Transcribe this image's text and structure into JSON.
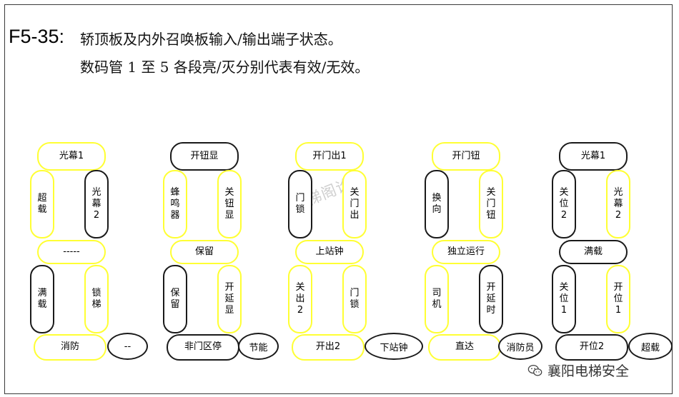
{
  "header": {
    "code": "F5-35:",
    "line1": "轿顶板及内外召唤板输入/输出端子状态。",
    "line2": "数码管 1 至 5 各段亮/灭分别代表有效/无效。"
  },
  "watermark": "电梯阁论坛",
  "brand": {
    "text": "襄阳电梯安全",
    "icon": "wechat-icon"
  },
  "colors": {
    "inactive": "#ffff33",
    "active": "#1a1a1a"
  },
  "digits": [
    {
      "segments": {
        "a": {
          "label": "光幕1",
          "on": false
        },
        "f": {
          "label": "超\n载",
          "on": false
        },
        "b": {
          "label": "光\n幕\n2",
          "on": true
        },
        "g": {
          "label": "-----",
          "on": false
        },
        "e": {
          "label": "满\n载",
          "on": true
        },
        "c": {
          "label": "锁\n梯",
          "on": false
        },
        "d": {
          "label": "消防",
          "on": false
        }
      },
      "extra": {
        "label": "--",
        "on": true
      }
    },
    {
      "segments": {
        "a": {
          "label": "开钮显",
          "on": true
        },
        "f": {
          "label": "蜂\n鸣\n器",
          "on": false
        },
        "b": {
          "label": "关\n钮\n显",
          "on": false
        },
        "g": {
          "label": "保留",
          "on": false
        },
        "e": {
          "label": "保\n留",
          "on": true
        },
        "c": {
          "label": "开\n延\n显",
          "on": false
        },
        "d": {
          "label": "非门区停",
          "on": true
        }
      },
      "extra": {
        "label": "节能",
        "on": true
      }
    },
    {
      "segments": {
        "a": {
          "label": "开门出1",
          "on": false
        },
        "f": {
          "label": "门\n锁",
          "on": true
        },
        "b": {
          "label": "关\n门\n出",
          "on": false
        },
        "g": {
          "label": "上站钟",
          "on": false
        },
        "e": {
          "label": "关\n出\n2",
          "on": false
        },
        "c": {
          "label": "门\n锁",
          "on": false
        },
        "d": {
          "label": "开出2",
          "on": false
        }
      },
      "extra": {
        "label": "下站钟",
        "on": true
      }
    },
    {
      "segments": {
        "a": {
          "label": "开门钮",
          "on": false
        },
        "f": {
          "label": "换\n向",
          "on": true
        },
        "b": {
          "label": "关\n门\n钮",
          "on": false
        },
        "g": {
          "label": "独立运行",
          "on": false
        },
        "e": {
          "label": "司\n机",
          "on": false
        },
        "c": {
          "label": "开\n延\n时",
          "on": true
        },
        "d": {
          "label": "直达",
          "on": false
        }
      },
      "extra": {
        "label": "消防员",
        "on": true
      }
    },
    {
      "segments": {
        "a": {
          "label": "光幕1",
          "on": true
        },
        "f": {
          "label": "关\n位\n2",
          "on": true
        },
        "b": {
          "label": "光\n幕\n2",
          "on": false
        },
        "g": {
          "label": "满载",
          "on": true
        },
        "e": {
          "label": "关\n位\n1",
          "on": true
        },
        "c": {
          "label": "开\n位\n1",
          "on": false
        },
        "d": {
          "label": "开位2",
          "on": true
        }
      },
      "extra": {
        "label": "超载",
        "on": true
      }
    }
  ]
}
